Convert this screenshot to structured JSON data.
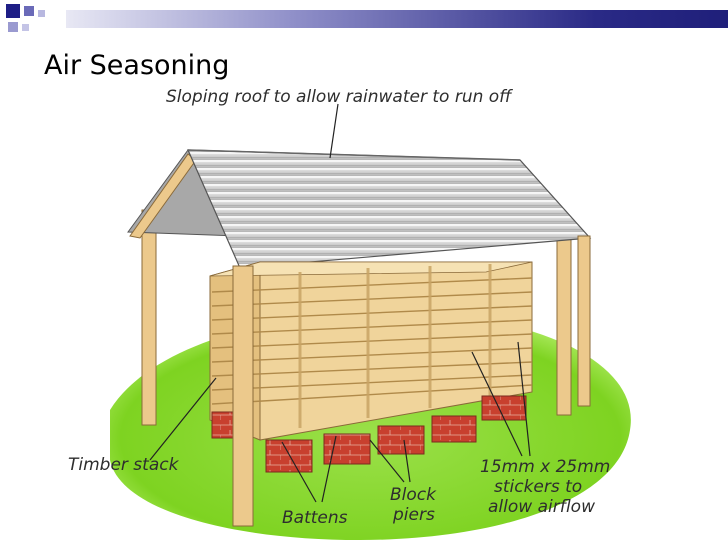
{
  "slide": {
    "title": "Air Seasoning"
  },
  "diagram": {
    "callouts": {
      "roof": "Sloping roof to allow rainwater to run off",
      "timber_stack": "Timber stack",
      "battens": "Battens",
      "block_piers_line1": "Block",
      "block_piers_line2": "piers",
      "stickers_line1": "15mm x 25mm",
      "stickers_line2": "stickers to",
      "stickers_line3": "allow airflow"
    }
  },
  "colors": {
    "header_bar_dark": "#1f1f7a",
    "header_bar_light": "#e8e8f4",
    "corner_accent": "#1e1e86",
    "roof": "#c9c9c9",
    "timber": "#f0d49b",
    "timber_shadow": "#c9a465",
    "post": "#ecc98c",
    "brick": "#c8402e",
    "grass": "#7ed321"
  }
}
